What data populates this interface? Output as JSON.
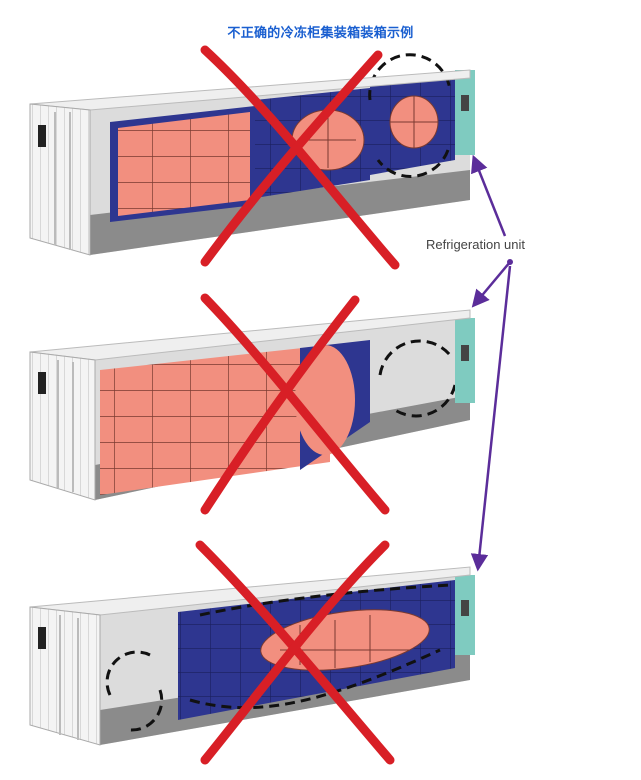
{
  "page": {
    "title": "不正确的冷冻柜集装箱装箱示例"
  },
  "annotation": {
    "label": "Refrigeration unit"
  },
  "colors": {
    "title": "#1a5fd0",
    "cargo_pink": "#f28f7f",
    "cargo_blue": "#2e3690",
    "cross_red": "#d81f26",
    "arrow_purple": "#5b2d9a",
    "unit_teal": "#7fcbc0",
    "container_gray": "#d7d7d7",
    "floor_gray": "#8b8b8b"
  },
  "examples": [
    {
      "name": "example-1"
    },
    {
      "name": "example-2"
    },
    {
      "name": "example-3"
    }
  ]
}
